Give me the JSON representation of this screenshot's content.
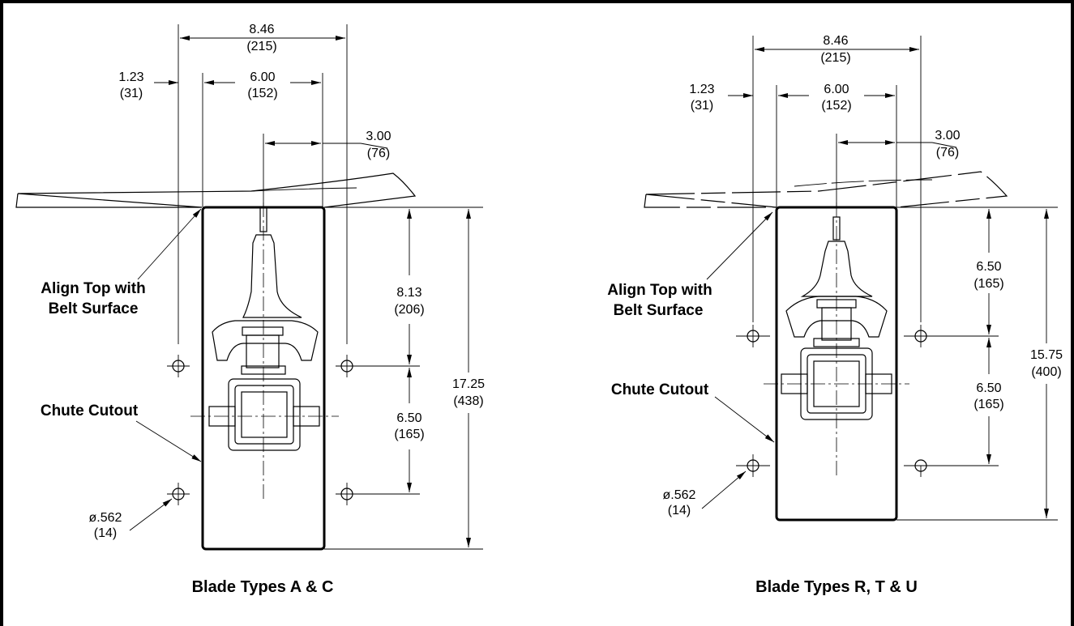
{
  "left": {
    "caption": "Blade Types A & C",
    "label_align_1": "Align Top with",
    "label_align_2": "Belt Surface",
    "label_chute": "Chute Cutout",
    "dim_overall_in": "8.46",
    "dim_overall_mm": "(215)",
    "dim_offset_in": "1.23",
    "dim_offset_mm": "(31)",
    "dim_inner_in": "6.00",
    "dim_inner_mm": "(152)",
    "dim_half_in": "3.00",
    "dim_half_mm": "(76)",
    "dim_upper_in": "8.13",
    "dim_upper_mm": "(206)",
    "dim_lower_in": "6.50",
    "dim_lower_mm": "(165)",
    "dim_total_in": "17.25",
    "dim_total_mm": "(438)",
    "dim_hole_in": "ø.562",
    "dim_hole_mm": "(14)"
  },
  "right": {
    "caption": "Blade Types R, T & U",
    "label_align_1": "Align Top with",
    "label_align_2": "Belt Surface",
    "label_chute": "Chute Cutout",
    "dim_overall_in": "8.46",
    "dim_overall_mm": "(215)",
    "dim_offset_in": "1.23",
    "dim_offset_mm": "(31)",
    "dim_inner_in": "6.00",
    "dim_inner_mm": "(152)",
    "dim_half_in": "3.00",
    "dim_half_mm": "(76)",
    "dim_upper_in": "6.50",
    "dim_upper_mm": "(165)",
    "dim_lower_in": "6.50",
    "dim_lower_mm": "(165)",
    "dim_total_in": "15.75",
    "dim_total_mm": "(400)",
    "dim_hole_in": "ø.562",
    "dim_hole_mm": "(14)"
  }
}
